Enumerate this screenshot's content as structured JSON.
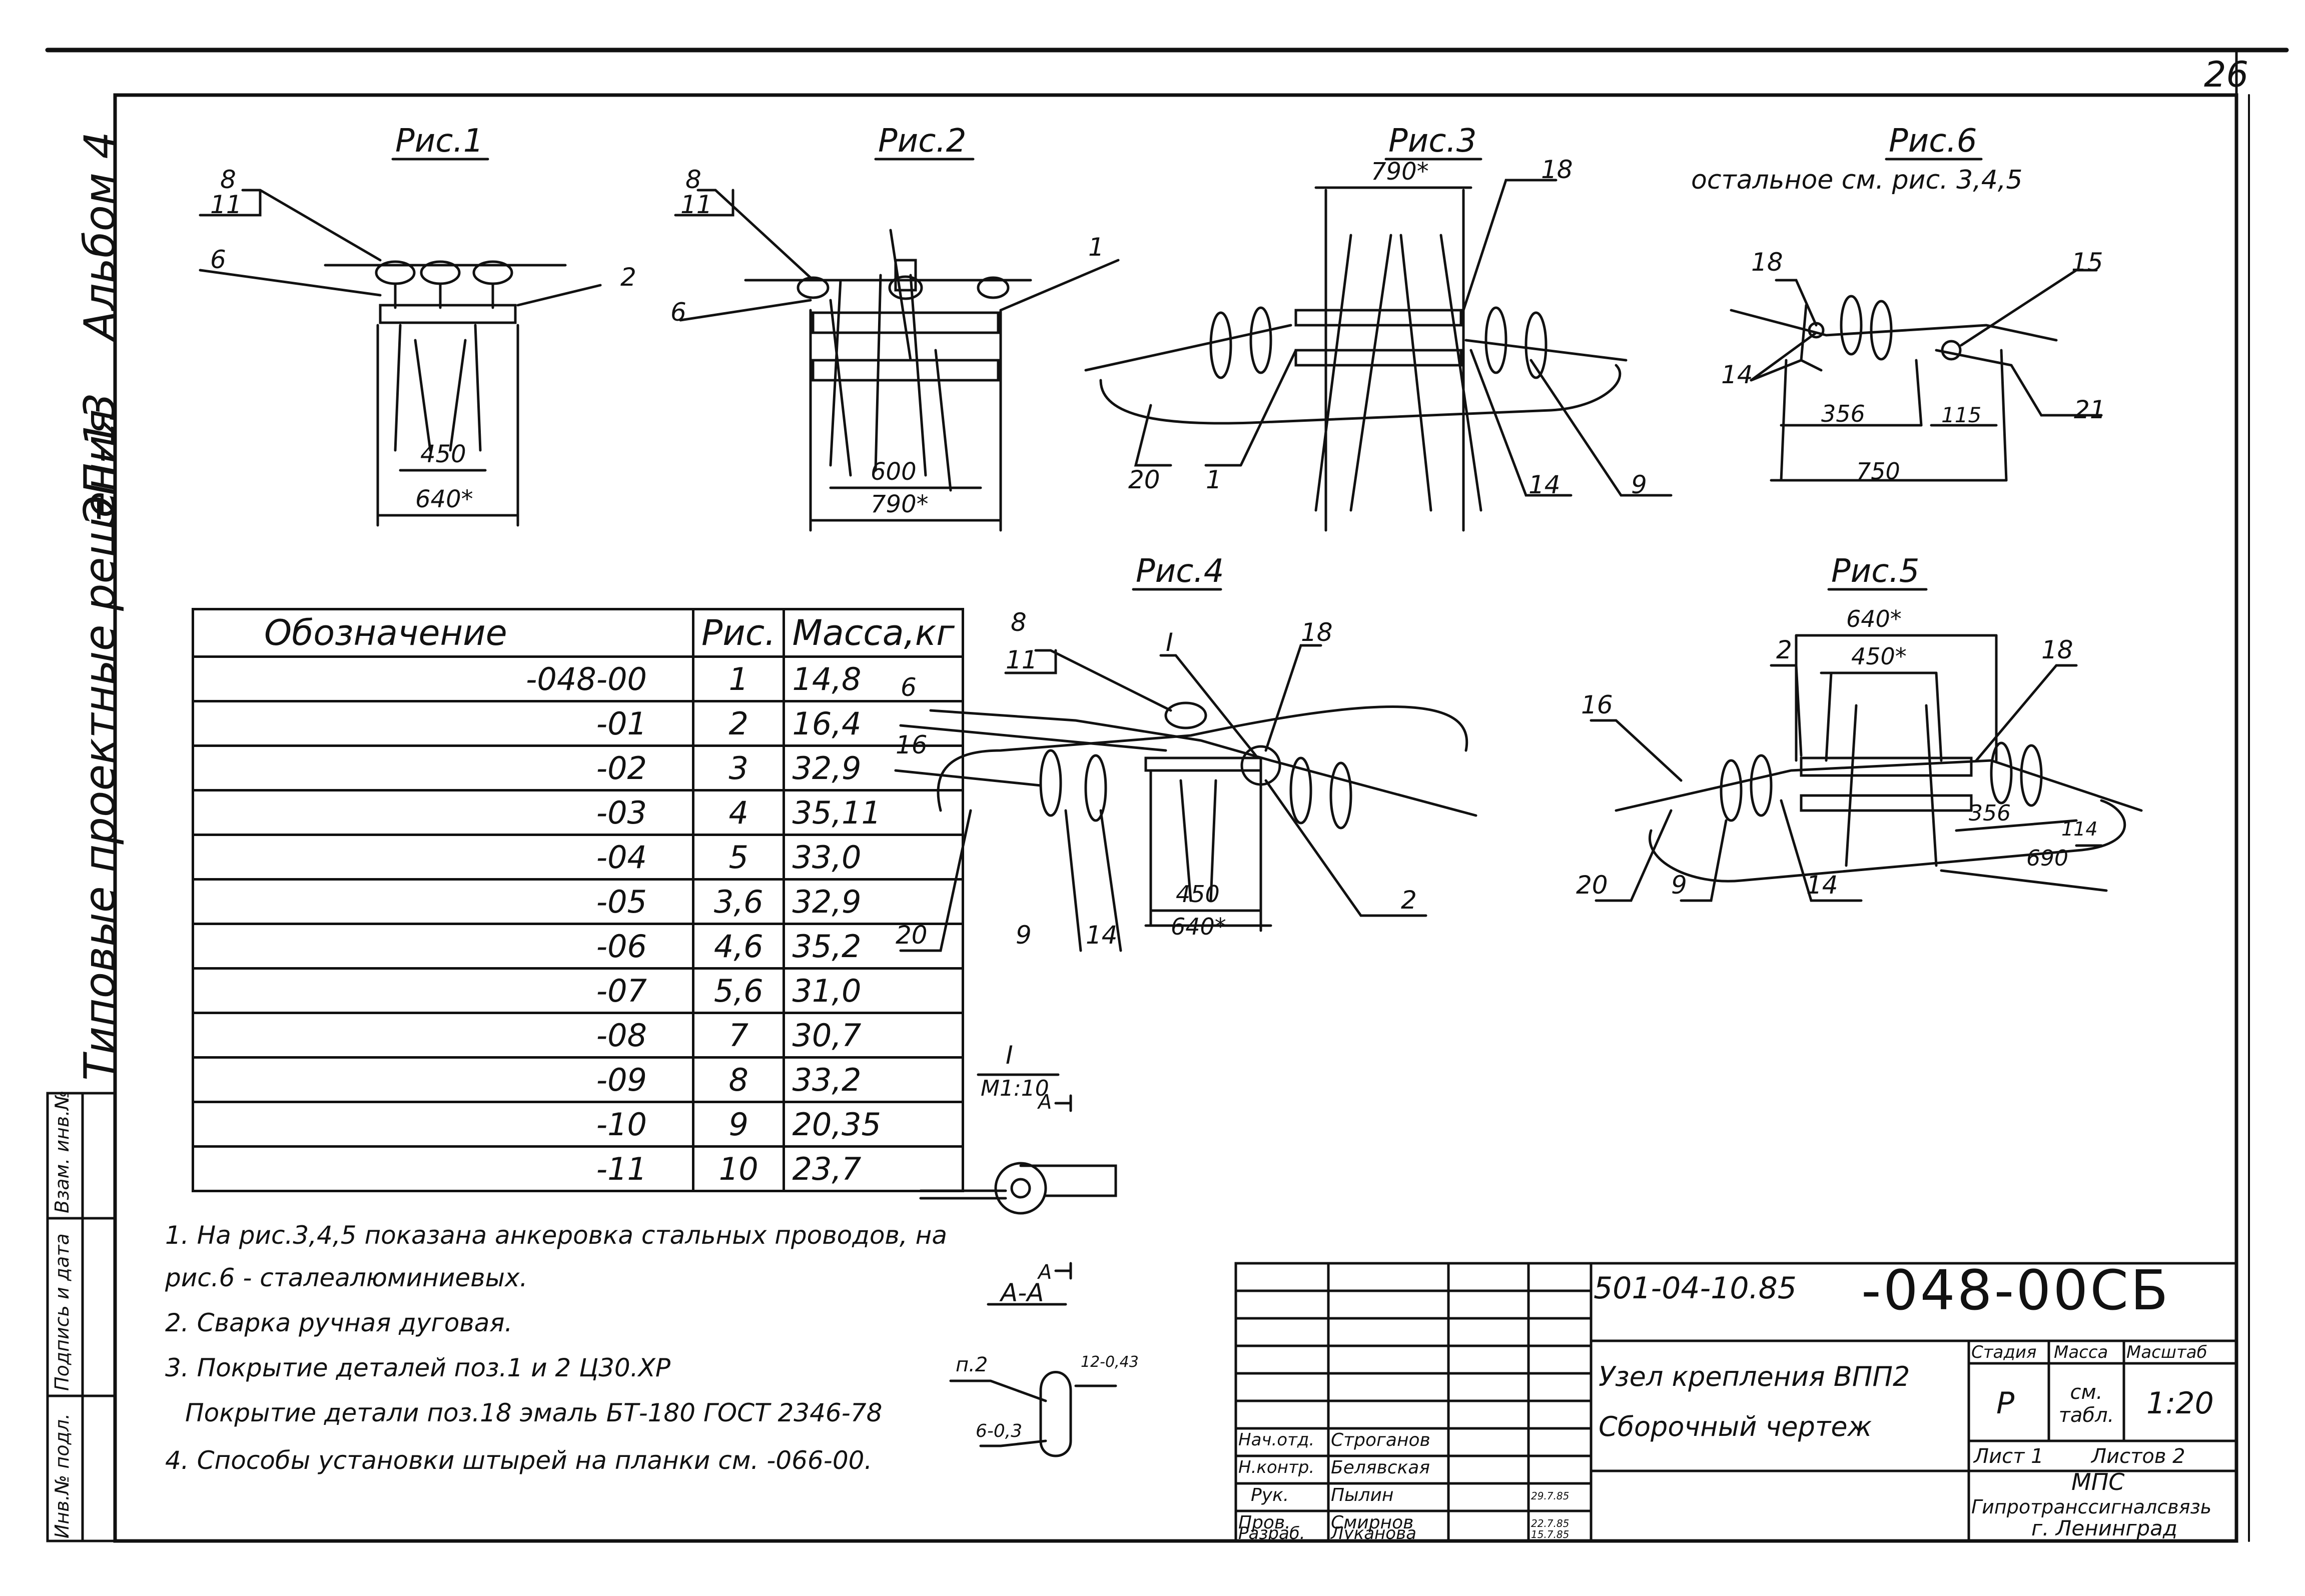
{
  "sheet_number": "26",
  "side_texts": [
    "Типовые проектные решения",
    "ЭП-13",
    "Альбом 4"
  ],
  "side_stamp": [
    "Инв.№ подл.",
    "Подпись и дата",
    "Взам. инв.№"
  ],
  "figures": {
    "fig1": {
      "title": "Рис.1",
      "dims": [
        "450",
        "640*"
      ],
      "labels": [
        "8",
        "11",
        "6",
        "2"
      ]
    },
    "fig2": {
      "title": "Рис.2",
      "dims": [
        "600",
        "790*"
      ],
      "labels": [
        "8",
        "11",
        "6",
        "1"
      ]
    },
    "fig3": {
      "title": "Рис.3",
      "dims": [
        "790*"
      ],
      "labels": [
        "18",
        "20",
        "1",
        "14",
        "9"
      ]
    },
    "fig4": {
      "title": "Рис.4",
      "dims": [
        "450",
        "640*"
      ],
      "labels": [
        "8",
        "11",
        "I",
        "18",
        "6",
        "16",
        "20",
        "9",
        "14",
        "2"
      ]
    },
    "fig5": {
      "title": "Рис.5",
      "dims": [
        "640*",
        "450*",
        "356",
        "114",
        "690"
      ],
      "labels": [
        "2",
        "18",
        "16",
        "20",
        "9",
        "14"
      ]
    },
    "fig6": {
      "title": "Рис.6",
      "note": "остальное см. рис. 3,4,5",
      "dims": [
        "356",
        "115",
        "750"
      ],
      "labels": [
        "18",
        "15",
        "14",
        "21"
      ]
    },
    "detail": {
      "title": "I",
      "scale": "М1:10",
      "section_mark": "А",
      "section": "А-А",
      "labels": [
        "п.2",
        "12-0,43",
        "6-0,3"
      ]
    }
  },
  "spec_table": {
    "headers": [
      "Обозначение",
      "Рис.",
      "Масса,кг"
    ],
    "rows": [
      [
        "-048-00",
        "1",
        "14,8"
      ],
      [
        "-01",
        "2",
        "16,4"
      ],
      [
        "-02",
        "3",
        "32,9"
      ],
      [
        "-03",
        "4",
        "35,11"
      ],
      [
        "-04",
        "5",
        "33,0"
      ],
      [
        "-05",
        "3,6",
        "32,9"
      ],
      [
        "-06",
        "4,6",
        "35,2"
      ],
      [
        "-07",
        "5,6",
        "31,0"
      ],
      [
        "-08",
        "7",
        "30,7"
      ],
      [
        "-09",
        "8",
        "33,2"
      ],
      [
        "-10",
        "9",
        "20,35"
      ],
      [
        "-11",
        "10",
        "23,7"
      ]
    ]
  },
  "notes": [
    "1. На рис.3,4,5 показана анкеровка стальных проводов, на",
    "рис.6 - сталеалюминиевых.",
    "2. Сварка ручная дуговая.",
    "3. Покрытие деталей поз.1 и 2   Ц30.ХР",
    "Покрытие   детали   поз.18 эмаль БТ-180 ГОСТ 2346-78",
    "4. Способы   установки   штырей   на планки  см.        -066-00."
  ],
  "title_block": {
    "doc_code": "501-04-10.85",
    "doc_suffix": "-048-00СБ",
    "name_line1": "Узел крепления ВПП2",
    "name_line2": "Сборочный чертеж",
    "stage_header": "Стадия",
    "mass_header": "Масса",
    "scale_header": "Масштаб",
    "stage": "Р",
    "mass": "см. табл.",
    "scale": "1:20",
    "sheet": "Лист 1",
    "sheets": "Листов 2",
    "org1": "МПС",
    "org2": "Гипротранссигналсвязь",
    "org3": "г. Ленинград",
    "signers": [
      {
        "role": "Нач.отд.",
        "name": "Строганов",
        "date": ""
      },
      {
        "role": "Н.контр.",
        "name": "Белявская",
        "date": ""
      },
      {
        "role": "Рук.",
        "name": "Пылин",
        "date": "29.7.85"
      },
      {
        "role": "Пров.",
        "name": "Смирнов",
        "date": "22.7.85"
      },
      {
        "role": "Разраб.",
        "name": "Луканова",
        "date": "15.7.85"
      }
    ]
  }
}
